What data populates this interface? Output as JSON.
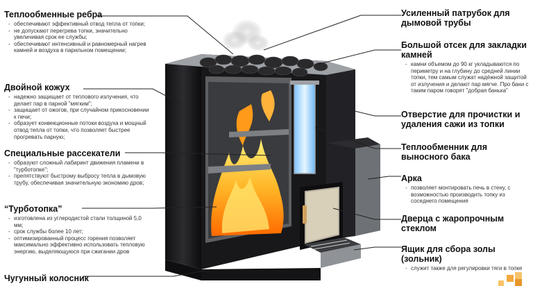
{
  "left": [
    {
      "title": "Теплообменные ребра",
      "items": [
        "обеспечивают эффективный отвод тепла от топки;",
        "не допускают перегрева топки, значительно увеличивая срок ее службы;",
        "обеспечивают интенсивный и равномерный нагрев камней и воздуха в парильном помещении;"
      ]
    },
    {
      "title": "Двойной кожух",
      "items": [
        "надежно защищает от теплового излучения, что делает пар в парной \"мягким\";",
        "защищает от ожогов, при случайном прикосновении к печи;",
        "образует конвекционные потоки воздуха и мощный отвод тепла от топки, что позволяет быстрее прогревать парную;"
      ]
    },
    {
      "title": "Специальные рассекатели",
      "items": [
        "образуют сложный лабиринт движения пламени в \"турботопке\";",
        "препятствуют быстрому выбросу тепла в дымовую трубу, обеспечивая значительную экономию дров;"
      ]
    },
    {
      "title": "“Турботопка”",
      "items": [
        "изготовлена из углеродистой стали толщиной 5,0 мм;",
        "срок службы более 10 лет;",
        "оптимизированный процесс горения позволяет максимально эффективно использовать тепловую энергию, выделяющуюся при сжигании дров"
      ]
    },
    {
      "title": "Чугунный колосник",
      "items": []
    }
  ],
  "right": [
    {
      "title": "Усиленный патрубок для дымовой трубы",
      "desc": ""
    },
    {
      "title": "Большой отсек для закладки камней",
      "desc": "камни объемом до 90 кг укладываются по периметру и на глубину до средней линии топки, тем самым служат надёжной защитой от излучения и делают пар мягче. Про бани с таким паром говорят \"добрая банька\""
    },
    {
      "title": "Отверстие для прочистки и удаления сажи из топки",
      "desc": ""
    },
    {
      "title": "Теплообменник для выносного бака",
      "desc": ""
    },
    {
      "title": "Арка",
      "desc": "позволяет монтировать печь в стену, с возможностью производить топку из соседнего помещения"
    },
    {
      "title": "Дверца с жаропрочным стеклом",
      "desc": ""
    },
    {
      "title": "Ящик для сбора золы (зольник)",
      "desc": "служит также для регулировки тяги в топке"
    }
  ],
  "colors": {
    "flame": "#f5a21b",
    "flame_hot": "#ffd84a",
    "body": "#1c1c1e",
    "steel": "#8a8d92",
    "glass": "#bfe3ff",
    "brand": "#f2a93b"
  }
}
